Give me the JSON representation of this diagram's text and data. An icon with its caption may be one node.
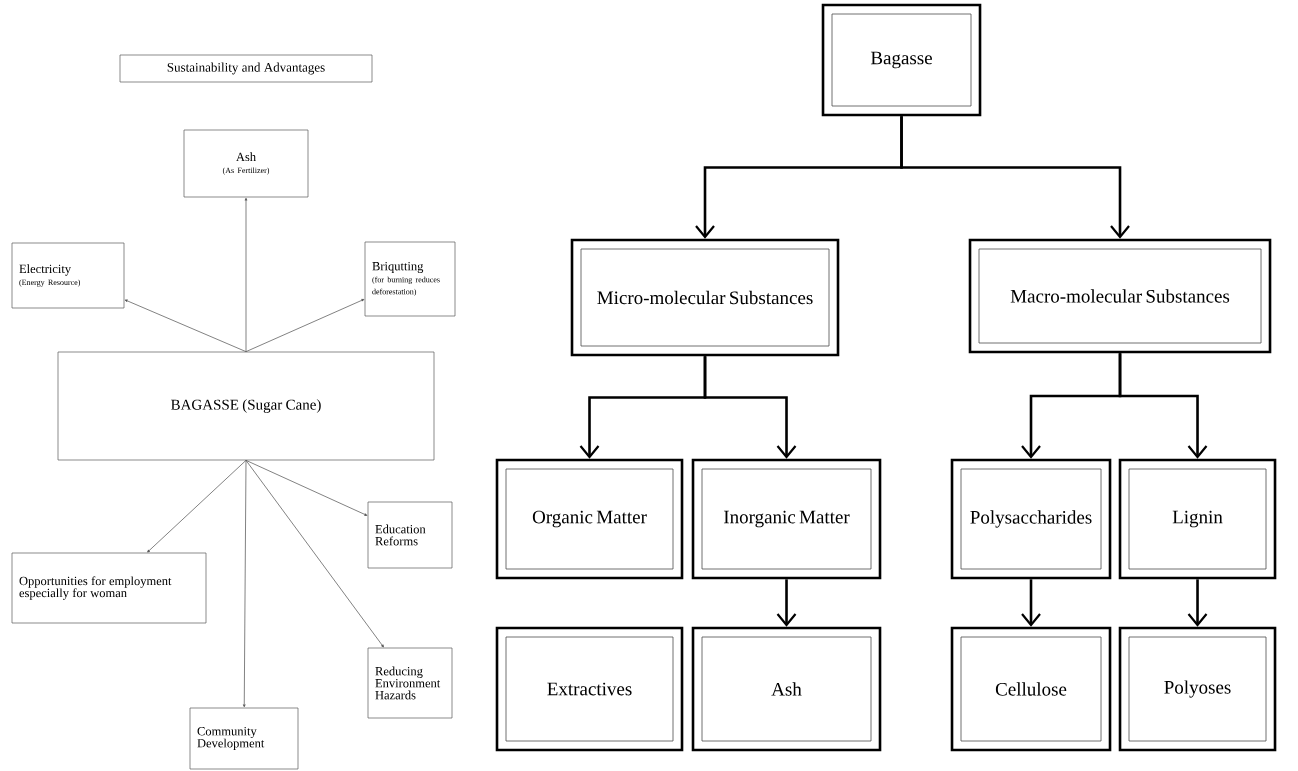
{
  "diagram": {
    "nodes": [
      {
        "text": [
          "Sustainability and Advantages"
        ]
      },
      {
        "text": [
          "Ash",
          "(As Fertilizer)"
        ]
      },
      {
        "text": [
          "Electricity",
          "(Energy Resource)"
        ]
      },
      {
        "text": [
          "Briqutting",
          "(for burning reduces deforestation)"
        ]
      },
      {
        "text": [
          "BAGASSE (Sugar Cane)"
        ]
      },
      {
        "text": [
          "Education Reforms"
        ]
      },
      {
        "text": [
          "Opportunities for employment especially for woman"
        ]
      },
      {
        "text": [
          "Reducing Environment Hazards"
        ]
      },
      {
        "text": [
          "Community Development"
        ]
      },
      {
        "text": [
          "Bagasse"
        ]
      },
      {
        "text": [
          "Micro-molecular Substances"
        ]
      },
      {
        "text": [
          "Macro-molecular Substances"
        ]
      },
      {
        "text": [
          "Organic Matter"
        ]
      },
      {
        "text": [
          "Inorganic Matter"
        ]
      },
      {
        "text": [
          "Polysaccharides"
        ]
      },
      {
        "text": [
          "Lignin"
        ]
      },
      {
        "text": [
          "Extractives"
        ]
      },
      {
        "text": [
          "Ash"
        ]
      },
      {
        "text": [
          "Cellulose"
        ]
      },
      {
        "text": [
          "Polyoses"
        ]
      }
    ],
    "edges": [
      {
        "from": 4,
        "to": 1,
        "arrow": "to"
      },
      {
        "from": 4,
        "to": 2,
        "arrow": "to"
      },
      {
        "from": 4,
        "to": 3,
        "arrow": "to"
      },
      {
        "from": 4,
        "to": 5,
        "arrow": "to"
      },
      {
        "from": 4,
        "to": 6,
        "arrow": "to"
      },
      {
        "from": 4,
        "to": 7,
        "arrow": "to"
      },
      {
        "from": 4,
        "to": 8,
        "arrow": "to"
      },
      {
        "from": 9,
        "to": 10,
        "arrow": "to"
      },
      {
        "from": 9,
        "to": 11,
        "arrow": "to"
      },
      {
        "from": 10,
        "to": 12,
        "arrow": "to"
      },
      {
        "from": 10,
        "to": 13,
        "arrow": "to"
      },
      {
        "from": 11,
        "to": 14,
        "arrow": "to"
      },
      {
        "from": 11,
        "to": 15,
        "arrow": "to"
      },
      {
        "from": 13,
        "to": 17,
        "arrow": "to"
      },
      {
        "from": 14,
        "to": 18,
        "arrow": "to"
      },
      {
        "from": 15,
        "to": 19,
        "arrow": "to"
      }
    ]
  }
}
